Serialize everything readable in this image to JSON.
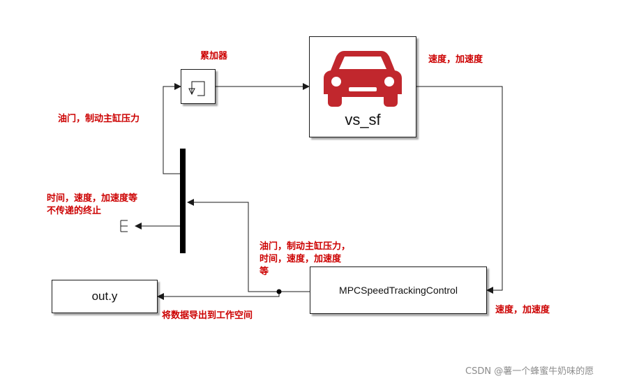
{
  "blocks": {
    "accumulator_label": "累加器",
    "vehicle_name": "vs_sf",
    "controller_name": "MPCSpeedTrackingControl",
    "output_name": "out.y"
  },
  "annotations": {
    "vehicle_output": "速度，加速度",
    "controller_input": "速度，加速度",
    "throttle_brake": "油门，制动主缸压力",
    "terminated_signals": [
      "时间，速度，加速度等",
      "不传递的终止"
    ],
    "controller_outputs": [
      "油门，制动主缸压力，",
      "时间，速度，加速度",
      "等"
    ],
    "export_note": "将数据导出到工作空间"
  },
  "watermark": "CSDN @薯一个蜂蜜牛奶味的愿",
  "colors": {
    "annotation": "#cc0000",
    "car": "#c1272d",
    "wire": "#1a1a1a",
    "bar": "#000000"
  },
  "icons": [
    "car-icon",
    "accumulator-icon",
    "terminator-icon"
  ]
}
